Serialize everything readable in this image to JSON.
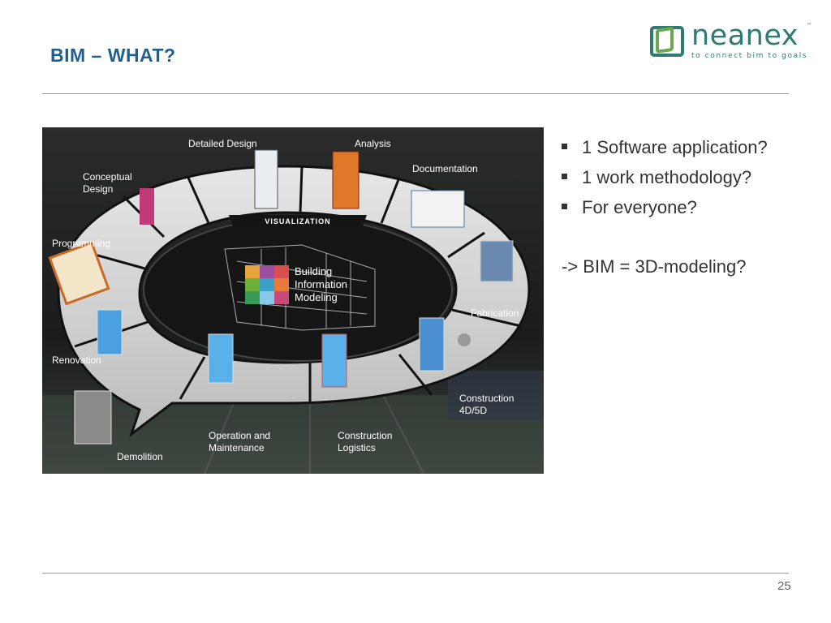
{
  "slide": {
    "title": "BIM – WHAT?",
    "page_number": "25"
  },
  "logo": {
    "wordmark": "neanex",
    "tagline": "to connect bim to goals",
    "trademark": "™"
  },
  "diagram": {
    "center_label_lines": [
      "Building",
      "Information",
      "Modeling"
    ],
    "ring_label": "VISUALIZATION",
    "stages": {
      "conceptual_design": [
        "Conceptual",
        "Design"
      ],
      "detailed_design": [
        "Detailed Design"
      ],
      "analysis": [
        "Analysis"
      ],
      "documentation": [
        "Documentation"
      ],
      "programming": [
        "Programming"
      ],
      "fabrication": [
        "Fabrication"
      ],
      "renovation": [
        "Renovation"
      ],
      "construction_4d5d": [
        "Construction",
        "4D/5D"
      ],
      "operation_maintenance": [
        "Operation and",
        "Maintenance"
      ],
      "construction_logistics": [
        "Construction",
        "Logistics"
      ],
      "demolition": [
        "Demolition"
      ]
    }
  },
  "bullets": [
    "1 Software application?",
    "1 work methodology?",
    "For everyone?"
  ],
  "question": "->  BIM = 3D-modeling?",
  "colors": {
    "title": "#1f5f8b",
    "logo": "#2f7a73",
    "diagram_bg": "#1c1c1c",
    "ring": "#d9d9d9"
  }
}
